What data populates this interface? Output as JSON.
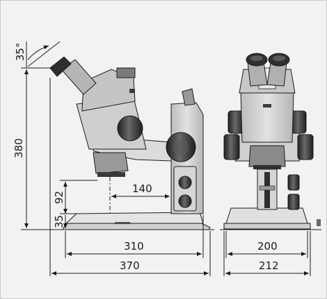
{
  "drawing": {
    "labels": {
      "angle": "35°",
      "height_total": "380",
      "height_stage": "92",
      "height_base": "35",
      "reach": "140",
      "base_depth": "310",
      "total_depth": "370",
      "base_width": "200",
      "total_width": "212"
    },
    "colors": {
      "background": "#f2f2f2",
      "line": "#1a1a1a",
      "body_light": "#d9d9d9",
      "body_mid": "#b8b8b8",
      "body_dark": "#4d4d4d",
      "knob_dark": "#2e2e2e"
    }
  }
}
